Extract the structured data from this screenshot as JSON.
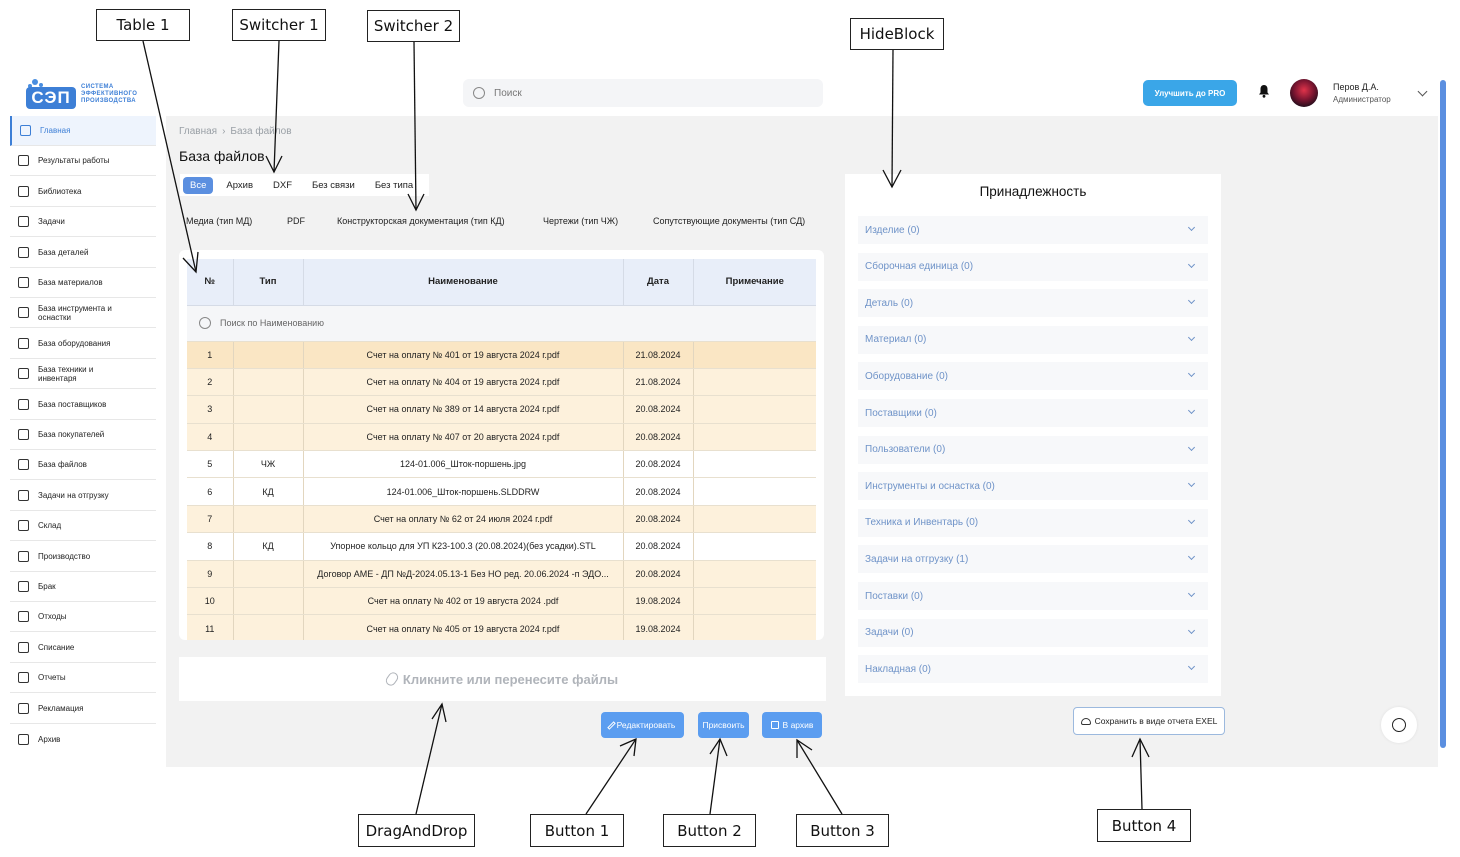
{
  "annotations": {
    "table1": "Table 1",
    "switcher1": "Switcher 1",
    "switcher2": "Switcher 2",
    "hideblock": "HideBlock",
    "draganddrop": "DragAndDrop",
    "button1": "Button 1",
    "button2": "Button 2",
    "button3": "Button 3",
    "button4": "Button 4"
  },
  "header": {
    "logo_text": "система эффективного производства",
    "logo_word": "СЭП",
    "search_placeholder": "Поиск",
    "pro_button": "Улучшить до PRO",
    "user_name": "Перов Д.А.",
    "user_role": "Администратор"
  },
  "sidebar": {
    "items": [
      {
        "label": "Главная",
        "active": true
      },
      {
        "label": "Результаты работы"
      },
      {
        "label": "Библиотека"
      },
      {
        "label": "Задачи"
      },
      {
        "label": "База деталей"
      },
      {
        "label": "База материалов"
      },
      {
        "label": "База инструмента и оснастки"
      },
      {
        "label": "База оборудования"
      },
      {
        "label": "База техники и инвентаря"
      },
      {
        "label": "База поставщиков"
      },
      {
        "label": "База покупателей"
      },
      {
        "label": "База файлов"
      },
      {
        "label": "Задачи на отгрузку"
      },
      {
        "label": "Склад"
      },
      {
        "label": "Производство"
      },
      {
        "label": "Брак"
      },
      {
        "label": "Отходы"
      },
      {
        "label": "Списание"
      },
      {
        "label": "Отчеты"
      },
      {
        "label": "Рекламация"
      },
      {
        "label": "Архив"
      }
    ]
  },
  "breadcrumb": {
    "home": "Главная",
    "current": "База файлов"
  },
  "page_title": "База файлов",
  "switcher1": {
    "tabs": [
      "Все",
      "Архив",
      "DXF",
      "Без связи",
      "Без типа"
    ],
    "active": "Все"
  },
  "switcher2": {
    "tabs": [
      "Медиа (тип МД)",
      "PDF",
      "Конструкторская документация (тип КД)",
      "Чертежи (тип ЧЖ)",
      "Сопутствующие документы (тип СД)"
    ]
  },
  "table": {
    "columns": [
      "№",
      "Тип",
      "Наименование",
      "Дата",
      "Примечание"
    ],
    "search_placeholder": "Поиск по Наименованию",
    "rows": [
      {
        "num": "1",
        "type": "",
        "name": "Счет на оплату № 401 от 19 августа 2024 г.pdf",
        "date": "21.08.2024",
        "note": ""
      },
      {
        "num": "2",
        "type": "",
        "name": "Счет на оплату № 404 от 19 августа 2024 г.pdf",
        "date": "21.08.2024",
        "note": ""
      },
      {
        "num": "3",
        "type": "",
        "name": "Счет на оплату № 389 от 14 августа 2024 г.pdf",
        "date": "20.08.2024",
        "note": ""
      },
      {
        "num": "4",
        "type": "",
        "name": "Счет на оплату № 407 от 20 августа 2024 г.pdf",
        "date": "20.08.2024",
        "note": ""
      },
      {
        "num": "5",
        "type": "ЧЖ",
        "name": "124-01.006_Шток-поршень.jpg",
        "date": "20.08.2024",
        "note": ""
      },
      {
        "num": "6",
        "type": "КД",
        "name": "124-01.006_Шток-поршень.SLDDRW",
        "date": "20.08.2024",
        "note": ""
      },
      {
        "num": "7",
        "type": "",
        "name": "Счет на оплату № 62 от 24 июля 2024 г.pdf",
        "date": "20.08.2024",
        "note": ""
      },
      {
        "num": "8",
        "type": "КД",
        "name": "Упорное кольцо для УП К23-100.3 (20.08.2024)(без усадки).STL",
        "date": "20.08.2024",
        "note": ""
      },
      {
        "num": "9",
        "type": "",
        "name": "Договор АМЕ - ДП №Д-2024.05.13-1 Без НО ред. 20.06.2024 -п ЭДО...",
        "date": "20.08.2024",
        "note": ""
      },
      {
        "num": "10",
        "type": "",
        "name": "Счет на оплату № 402 от 19 августа 2024 .pdf",
        "date": "19.08.2024",
        "note": ""
      },
      {
        "num": "11",
        "type": "",
        "name": "Счет на оплату № 405 от 19 августа 2024 г.pdf",
        "date": "19.08.2024",
        "note": ""
      }
    ]
  },
  "dropzone": {
    "label": "Кликните или перенесите файлы"
  },
  "actions": {
    "edit": "Редактировать",
    "assign": "Присвоить",
    "archive": "В архив"
  },
  "hideblock": {
    "title": "Принадлежность",
    "items": [
      "Изделие (0)",
      "Сборочная единица (0)",
      "Деталь (0)",
      "Материал (0)",
      "Оборудование (0)",
      "Поставщики (0)",
      "Пользователи (0)",
      "Инструменты и оснастка (0)",
      "Техника и Инвентарь (0)",
      "Задачи на отгрузку (1)",
      "Поставки (0)",
      "Задачи (0)",
      "Накладная (0)"
    ]
  },
  "save_report": "Сохранить в виде отчета EXEL",
  "colors": {
    "accent": "#3d7fd6",
    "pro": "#3aa6e8",
    "row_highlight": "#fdf1dc",
    "button": "#5b9df0"
  }
}
